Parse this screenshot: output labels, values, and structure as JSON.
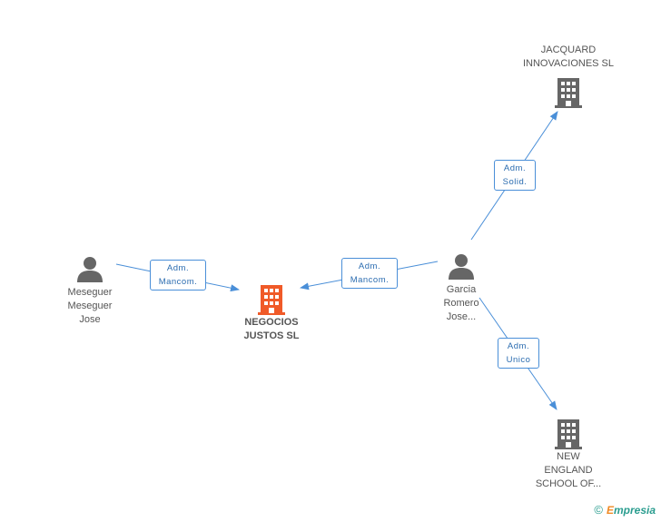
{
  "nodes": {
    "negocios": {
      "label": "NEGOCIOS\nJUSTOS SL",
      "color": "#f05a28"
    },
    "jacquard": {
      "label": "JACQUARD\nINNOVACIONES SL",
      "color": "#666666"
    },
    "newengland": {
      "label": "NEW\nENGLAND\nSCHOOL OF...",
      "color": "#666666"
    },
    "meseguer": {
      "label": "Meseguer\nMeseguer\nJose",
      "color": "#666666"
    },
    "garcia": {
      "label": "Garcia\nRomero\nJose...",
      "color": "#666666"
    }
  },
  "edges": {
    "meseguer_negocios": {
      "line1": "Adm.",
      "line2": "Mancom."
    },
    "garcia_negocios": {
      "line1": "Adm.",
      "line2": "Mancom."
    },
    "garcia_jacquard": {
      "line1": "Adm.",
      "line2": "Solid."
    },
    "garcia_newengland": {
      "line1": "Adm.",
      "line2": "Unico"
    }
  },
  "footer": {
    "copyright": "©",
    "brand_e": "E",
    "brand_rest": "mpresia"
  },
  "colors": {
    "edge": "#4a8fd8",
    "company_main": "#f05a28",
    "company": "#666666",
    "person": "#666666"
  }
}
